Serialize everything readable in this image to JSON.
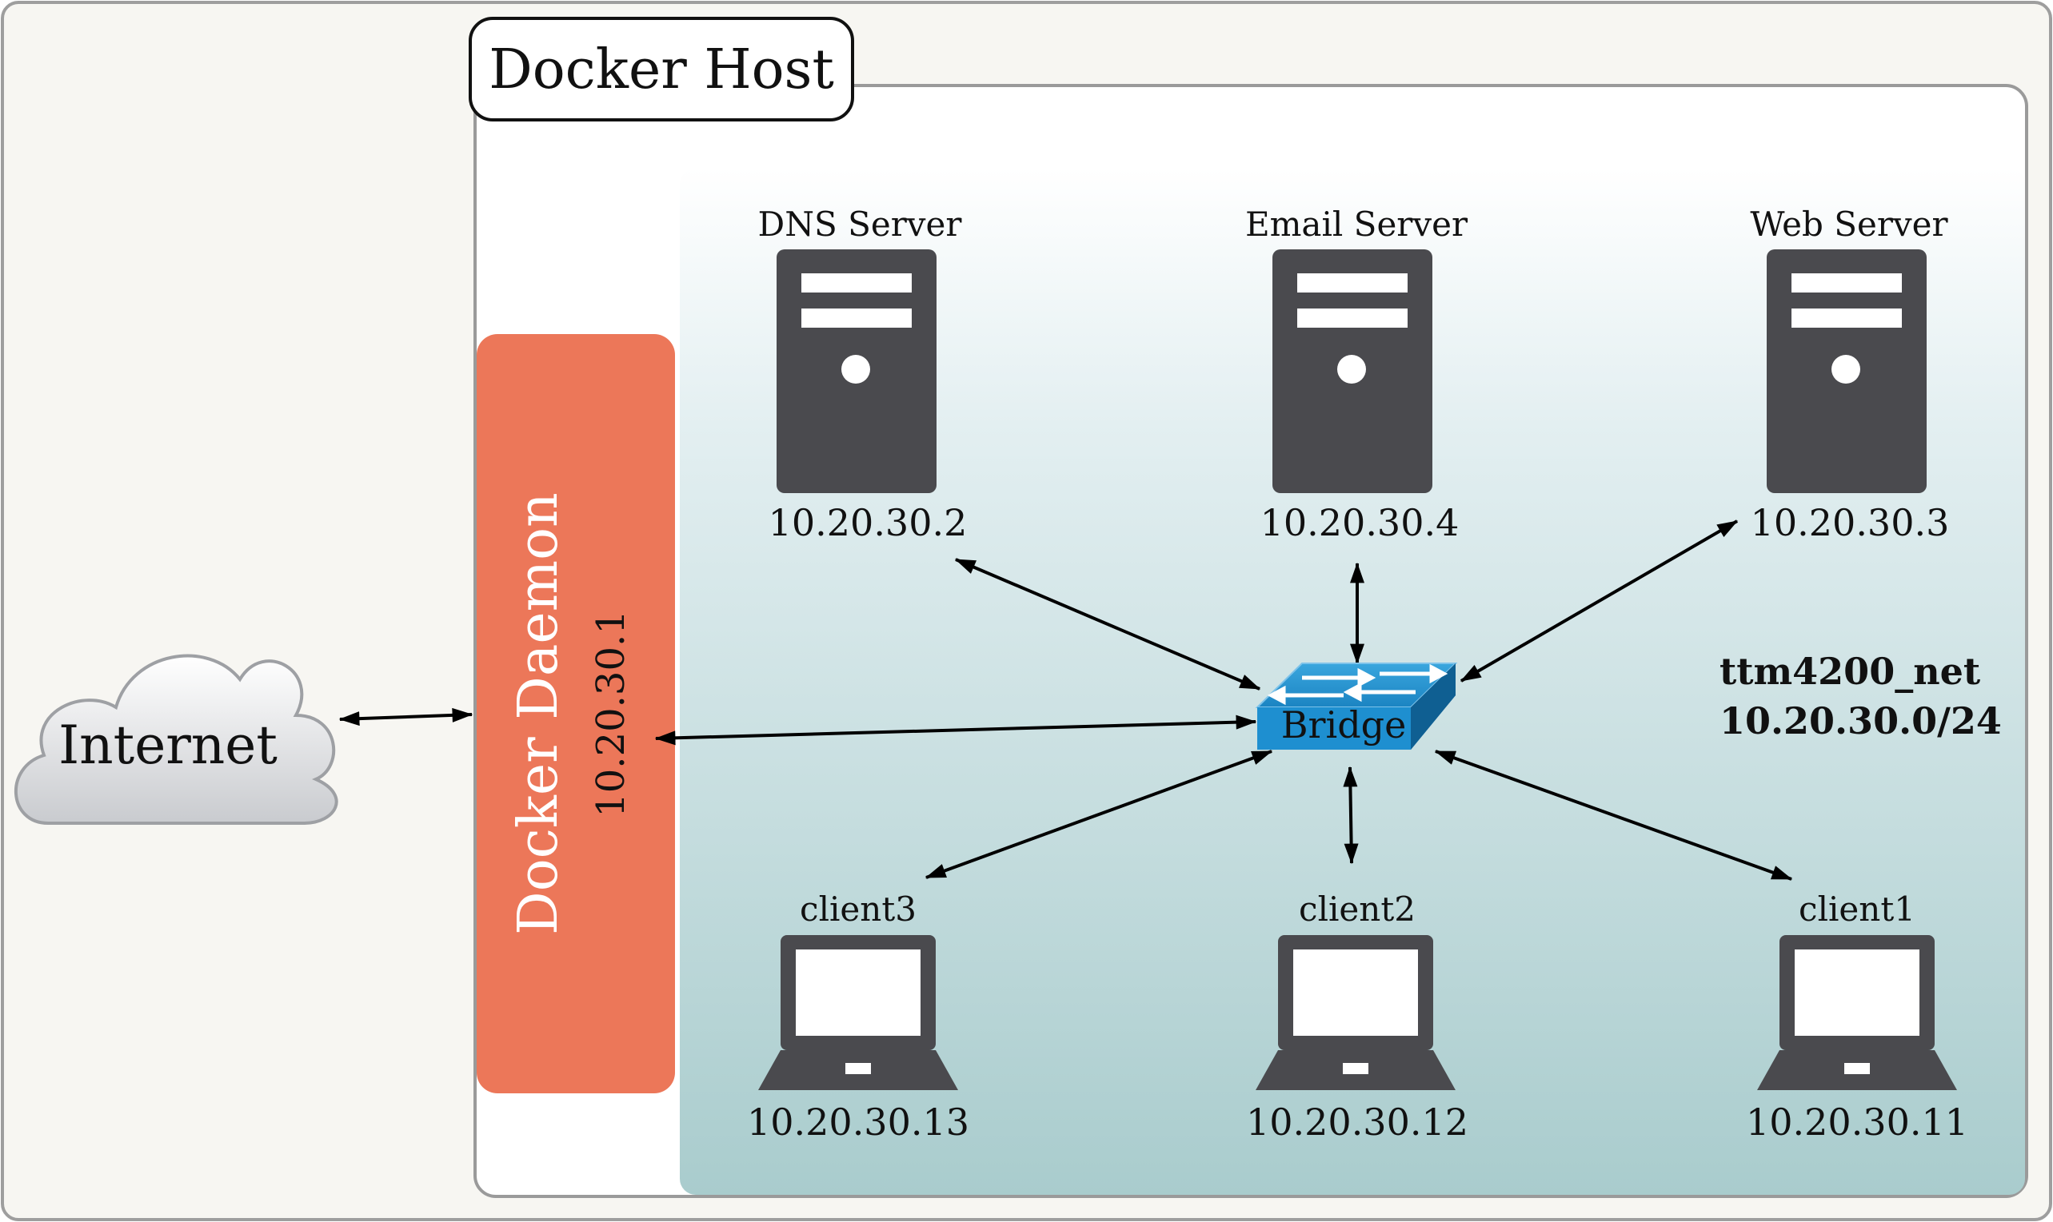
{
  "host": {
    "title": "Docker Host"
  },
  "internet": {
    "label": "Internet"
  },
  "daemon": {
    "label": "Docker Daemon",
    "ip": "10.20.30.1"
  },
  "bridge": {
    "label": "Bridge"
  },
  "network": {
    "name": "ttm4200_net",
    "subnet": "10.20.30.0/24"
  },
  "servers": [
    {
      "name": "DNS Server",
      "ip": "10.20.30.2",
      "icon": "server-icon"
    },
    {
      "name": "Email Server",
      "ip": "10.20.30.4",
      "icon": "server-icon"
    },
    {
      "name": "Web Server",
      "ip": "10.20.30.3",
      "icon": "server-icon"
    }
  ],
  "clients": [
    {
      "name": "client3",
      "ip": "10.20.30.13",
      "icon": "laptop-icon"
    },
    {
      "name": "client2",
      "ip": "10.20.30.12",
      "icon": "laptop-icon"
    },
    {
      "name": "client1",
      "ip": "10.20.30.11",
      "icon": "laptop-icon"
    }
  ],
  "colors": {
    "daemon": "#ec7759",
    "device": "#4a4a4e",
    "bridge": "#1e8fd0",
    "outer_bg": "#f7f6f2"
  }
}
